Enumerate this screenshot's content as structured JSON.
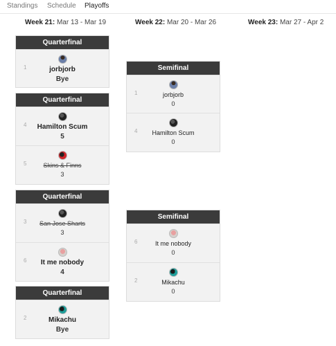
{
  "tabs": [
    {
      "label": "Standings"
    },
    {
      "label": "Schedule"
    },
    {
      "label": "Playoffs",
      "active": true
    }
  ],
  "weeks": [
    {
      "bold": "Week 21:",
      "dates": "Mar 13 - Mar 19"
    },
    {
      "bold": "Week 22:",
      "dates": "Mar 20 - Mar 26"
    },
    {
      "bold": "Week 23:",
      "dates": "Mar 27 - Apr 2"
    }
  ],
  "quarterfinals": [
    {
      "title": "Quarterfinal",
      "teams": [
        {
          "seed": "1",
          "name": "jorbjorb",
          "result": "Bye",
          "avatar": "person-avatar",
          "status": "win"
        }
      ]
    },
    {
      "title": "Quarterfinal",
      "teams": [
        {
          "seed": "4",
          "name": "Hamilton Scum",
          "result": "5",
          "avatar": "helmet-avatar",
          "status": "win"
        },
        {
          "seed": "5",
          "name": "Skins & Finns",
          "result": "3",
          "avatar": "red-helmet-avatar",
          "status": "loss"
        }
      ]
    },
    {
      "title": "Quarterfinal",
      "teams": [
        {
          "seed": "3",
          "name": "San Jose Sharts",
          "result": "3",
          "avatar": "helmet-avatar",
          "status": "loss"
        },
        {
          "seed": "6",
          "name": "It me nobody",
          "result": "4",
          "avatar": "pink-avatar",
          "status": "win"
        }
      ]
    },
    {
      "title": "Quarterfinal",
      "teams": [
        {
          "seed": "2",
          "name": "Mikachu",
          "result": "Bye",
          "avatar": "teal-helmet-avatar",
          "status": "win"
        }
      ]
    }
  ],
  "semifinals": [
    {
      "title": "Semifinal",
      "teams": [
        {
          "seed": "1",
          "name": "jorbjorb",
          "result": "0",
          "avatar": "person-avatar",
          "status": "pending"
        },
        {
          "seed": "4",
          "name": "Hamilton Scum",
          "result": "0",
          "avatar": "helmet-avatar",
          "status": "pending"
        }
      ]
    },
    {
      "title": "Semifinal",
      "teams": [
        {
          "seed": "6",
          "name": "It me nobody",
          "result": "0",
          "avatar": "pink-avatar",
          "status": "pending"
        },
        {
          "seed": "2",
          "name": "Mikachu",
          "result": "0",
          "avatar": "teal-helmet-avatar",
          "status": "pending"
        }
      ]
    }
  ],
  "colors": {
    "header": "#3b3b3b",
    "card": "#f2f2f2"
  }
}
